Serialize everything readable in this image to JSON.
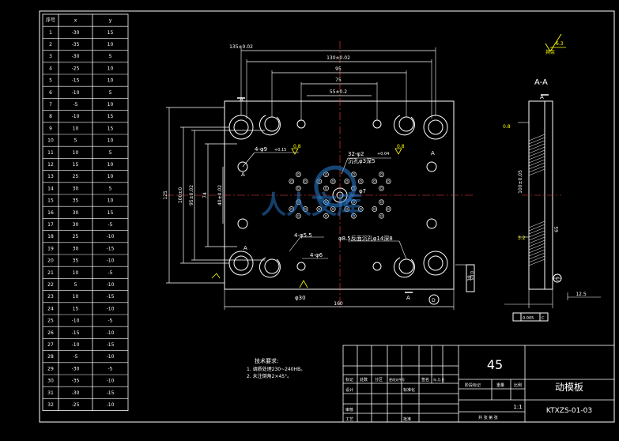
{
  "coord_table": {
    "headers": [
      "序号",
      "x",
      "y"
    ],
    "rows": [
      [
        "1",
        "-30",
        "15"
      ],
      [
        "2",
        "-35",
        "10"
      ],
      [
        "3",
        "-30",
        "5"
      ],
      [
        "4",
        "-25",
        "10"
      ],
      [
        "5",
        "-15",
        "10"
      ],
      [
        "6",
        "-10",
        "5"
      ],
      [
        "7",
        "-5",
        "10"
      ],
      [
        "8",
        "-10",
        "15"
      ],
      [
        "9",
        "10",
        "15"
      ],
      [
        "10",
        "5",
        "10"
      ],
      [
        "11",
        "10",
        "5"
      ],
      [
        "12",
        "15",
        "10"
      ],
      [
        "13",
        "25",
        "10"
      ],
      [
        "14",
        "30",
        "5"
      ],
      [
        "15",
        "35",
        "10"
      ],
      [
        "16",
        "30",
        "15"
      ],
      [
        "17",
        "30",
        "-5"
      ],
      [
        "18",
        "25",
        "-10"
      ],
      [
        "19",
        "30",
        "-15"
      ],
      [
        "20",
        "35",
        "-10"
      ],
      [
        "21",
        "10",
        "-5"
      ],
      [
        "22",
        "5",
        "-10"
      ],
      [
        "23",
        "10",
        "-15"
      ],
      [
        "24",
        "15",
        "-10"
      ],
      [
        "25",
        "-10",
        "-5"
      ],
      [
        "26",
        "-15",
        "-10"
      ],
      [
        "27",
        "-10",
        "-15"
      ],
      [
        "28",
        "-5",
        "-10"
      ],
      [
        "29",
        "-30",
        "-5"
      ],
      [
        "30",
        "-35",
        "-10"
      ],
      [
        "31",
        "-30",
        "-15"
      ],
      [
        "32",
        "-25",
        "-10"
      ]
    ]
  },
  "dimensions": {
    "d135": "135±0.02",
    "d130": "130±0.02",
    "d95": "95",
    "d75": "75",
    "d55": "55±0.2",
    "d160": "160",
    "v125": "125",
    "v100": "100±0",
    "v95": "95±0.02",
    "v74": "74",
    "v40": "40±0.02",
    "v38": "38",
    "v12_5": "12.5",
    "v100r": "100±0.05",
    "v65": "65"
  },
  "annotations": {
    "hole_4_phi9": "4-φ9",
    "hole_4_phi9_tol": "+0.15",
    "hole_32": "32-φ2",
    "hole_32_tol": "+0.04",
    "counterbore": "沉孔φ3深5",
    "phi7": "φ7",
    "phi8_5": "φ8.5反面沉孔φ14深8",
    "phi5_5": "4-φ5.5",
    "phi6": "4-φ6",
    "phi30": "φ30",
    "view": "A-A",
    "roughness_main": "6.3",
    "roughness_main_prefix": "其余",
    "roughness_a": "0.8",
    "roughness_b": "0.8",
    "roughness_c": "0.8",
    "roughness_d": "3.2",
    "datum_c": "C",
    "datum_d": "D",
    "tolerance": "0.005",
    "tolerance_datum": "C",
    "flatness_label": "0.03"
  },
  "labels": {
    "section_a": "A"
  },
  "tech_requirements": {
    "title": "技术要求:",
    "items": [
      "1. 调质处理230~240HB。",
      "2. 未注倒角2×45°。"
    ]
  },
  "title_block": {
    "material": "45",
    "part_name": "动模板",
    "drawing_no": "KTXZS-01-03",
    "scale": "1:1",
    "headers": {
      "mark": "标记",
      "count": "处数",
      "zone": "分区",
      "doc_no": "更改文件号",
      "signature": "签名",
      "date": "年.月.日",
      "design": "设计",
      "standardize": "标准化",
      "stage_mark": "阶段标记",
      "weight": "重量",
      "ratio": "比例",
      "review": "审核",
      "process": "工艺",
      "approve": "批准",
      "sheet": "共 张 第 张"
    }
  },
  "watermark": "人人文库"
}
